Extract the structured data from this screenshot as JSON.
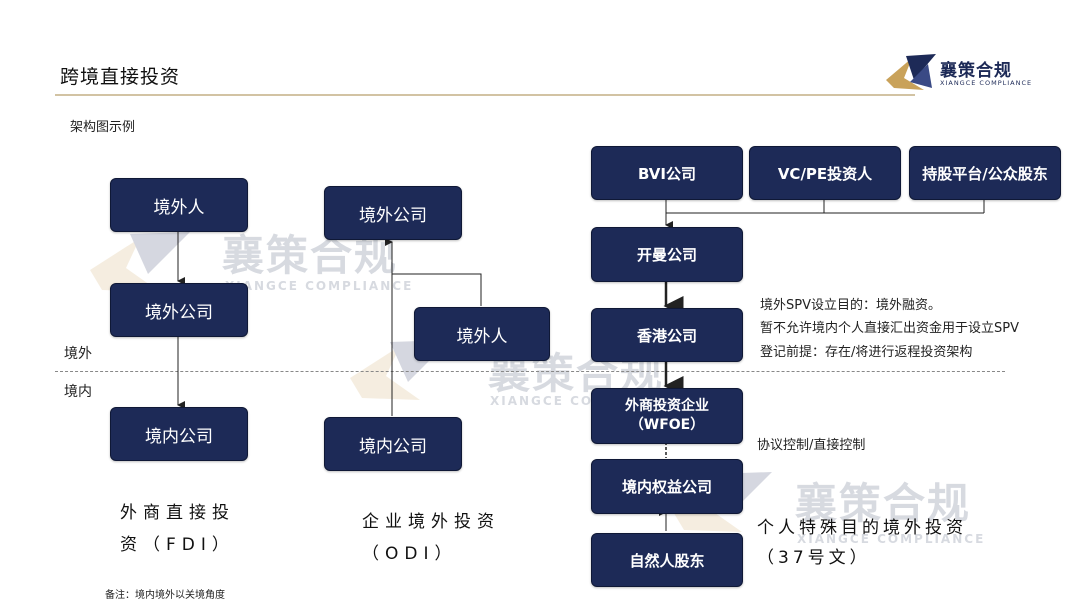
{
  "header": {
    "title": "跨境直接投资",
    "logo_cn": "襄策合规",
    "logo_en": "XIANGCE COMPLIANCE"
  },
  "subtitle": "架构图示例",
  "zones": {
    "offshore": "境外",
    "onshore": "境内"
  },
  "fdi": {
    "box1": "境外人",
    "box2": "境外公司",
    "box3": "境内公司",
    "caption_line1": "外商直接投",
    "caption_line2": "资（FDI）"
  },
  "odi": {
    "box_top": "境外公司",
    "box_mid": "境外人",
    "box_bottom": "境内公司",
    "caption_line1": "企业境外投资",
    "caption_line2": "（ODI）"
  },
  "spv": {
    "top1": "BVI公司",
    "top2": "VC/PE投资人",
    "top3": "持股平台/公众股东",
    "cayman": "开曼公司",
    "hk": "香港公司",
    "wfoe_line1": "外商投资企业",
    "wfoe_line2": "（WFOE）",
    "domestic": "境内权益公司",
    "person": "自然人股东",
    "note1": "境外SPV设立目的：境外融资。",
    "note2": "暂不允许境内个人直接汇出资金用于设立SPV",
    "note3": "登记前提：存在/将进行返程投资架构",
    "control_label": "协议控制/直接控制",
    "caption_line1": "个人特殊目的境外投资",
    "caption_line2": "（37号文）"
  },
  "footnote": "备注：境内境外以关境角度",
  "watermark": {
    "cn": "襄策合规",
    "en": "XIANGCE COMPLIANCE"
  },
  "colors": {
    "box": "#1d2a57",
    "rule": "#d2c3a3",
    "logo_gold": "#c9a25a"
  }
}
